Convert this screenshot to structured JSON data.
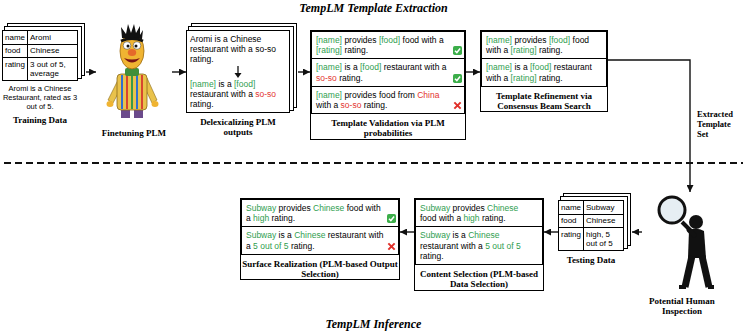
{
  "diagram": {
    "title": "TempLM Template Extraction",
    "nodes": [
      {
        "text": [
          "name",
          "Aromi",
          "food",
          "Chinese",
          "rating",
          "3 out of 5, average",
          "Aromi is a Chinese Restaurant, rated as 3 out of 5.",
          "Training Data"
        ]
      },
      {
        "text": [
          "Finetuning PLM"
        ]
      },
      {
        "text": [
          "Aromi is a Chinese restaurant with a so-so rating.",
          "[name] is a [food] restaurant with a so-so rating.",
          "Delexicalizing PLM outputs"
        ]
      },
      {
        "text": [
          "Template Validation via PLM probabilities"
        ]
      },
      {
        "text": [
          "[name] provides [food] food with a [rating] rating."
        ],
        "in": 3
      },
      {
        "text": [
          "[name] is a [food] restaurant with a so-so rating."
        ],
        "in": 3
      },
      {
        "text": [
          "[name] provides food from China with a so-so rating."
        ],
        "in": 3
      },
      {
        "text": [
          "Template Refinement via Consensus Beam Search"
        ]
      },
      {
        "text": [
          "[name] provides [food] food with a [rating] rating."
        ],
        "in": 7
      },
      {
        "text": [
          "[name] is a [food] restaurant with a [rating] rating."
        ],
        "in": 7
      },
      {
        "text": [
          "Surface Realization (PLM-based Output Selection)"
        ]
      },
      {
        "text": [
          "Subway provides Chinese food with a high rating."
        ],
        "in": 10
      },
      {
        "text": [
          "Subway is a Chinese restaurant with a 5 out of 5 rating."
        ],
        "in": 10
      },
      {
        "text": [
          "Content Selection (PLM-based Data Selection)"
        ]
      },
      {
        "text": [
          "Subway provides Chinese food with a high rating."
        ],
        "in": 13
      },
      {
        "text": [
          "Subway is a Chinese restaurant with a 5 out of 5 rating."
        ],
        "in": 13
      },
      {
        "text": [
          "name",
          "Subway",
          "food",
          "Chinese",
          "rating",
          "high, 5 out of 5",
          "Testing Data"
        ]
      },
      {
        "text": [
          "Potential Human Inspection"
        ]
      }
    ],
    "edges": [
      {
        "from": 0,
        "to": 1,
        "arrow": "to"
      },
      {
        "from": 1,
        "to": 2,
        "arrow": "to"
      },
      {
        "from": 2,
        "to": 3,
        "arrow": "to"
      },
      {
        "from": 3,
        "to": 7,
        "arrow": "to"
      },
      {
        "from": 7,
        "to": 17,
        "label": "Extracted Template Set",
        "arrow": "to"
      },
      {
        "from": 17,
        "to": 16,
        "arrow": "to"
      },
      {
        "from": 16,
        "to": 13,
        "arrow": "to"
      },
      {
        "from": 13,
        "to": 10,
        "arrow": "to"
      }
    ],
    "labels": [
      "TempLM Inference"
    ]
  }
}
